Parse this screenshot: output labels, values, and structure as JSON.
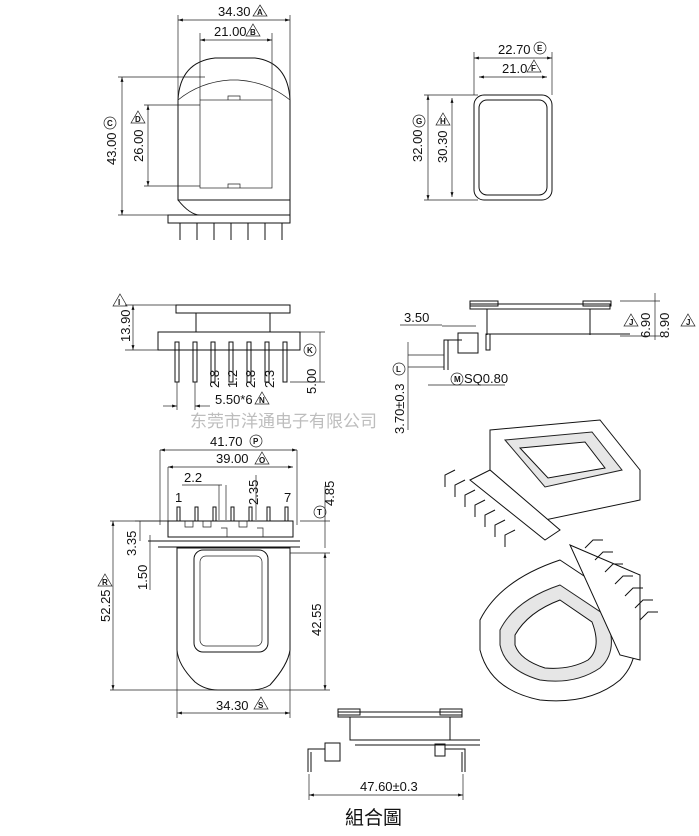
{
  "watermark": "东莞市洋通电子有限公司",
  "caption": "組合圖",
  "front_view": {
    "width_outer": "34.30",
    "width_outer_marker": "A",
    "width_inner": "21.00",
    "width_inner_marker": "B",
    "height_outer": "43.00",
    "height_outer_marker": "C",
    "height_inner": "26.00",
    "height_inner_marker": "D"
  },
  "section_view": {
    "width_outer": "22.70",
    "width_outer_marker": "E",
    "width_inner": "21.0",
    "width_inner_marker": "F",
    "height_outer": "32.00",
    "height_outer_marker": "G",
    "height_inner": "30.30",
    "height_inner_marker": "H"
  },
  "side_view": {
    "height": "13.90",
    "height_marker": "I",
    "pin_gaps": [
      "2.8",
      "1.2",
      "2.8",
      "2.3"
    ],
    "pin_length": "5.00",
    "pin_length_marker": "K",
    "pin_pitch": "5.50*6",
    "pin_pitch_marker": "N"
  },
  "end_view": {
    "offset": "3.50",
    "h1": "6.90",
    "h1_marker": "J",
    "h2": "8.90",
    "h2_marker": "J",
    "pin_size_marker": "M",
    "pin_size": "SQ0.80",
    "pin_height_marker": "L",
    "pin_height": "3.70±0.3"
  },
  "top_view": {
    "overall_width": "41.70",
    "overall_width_marker": "P",
    "pin_span": "39.00",
    "pin_span_marker": "O",
    "slot_offset": "2.2",
    "slot_width": "2.35",
    "pin_first": "1",
    "pin_last": "7",
    "pin_height": "4.85",
    "pin_height_marker": "T",
    "flange": "3.35",
    "gap": "1.50",
    "total_height": "52.25",
    "total_height_marker": "R",
    "frame_height": "42.55",
    "frame_width": "34.30",
    "frame_width_marker": "S"
  },
  "assembly_view": {
    "span": "47.60±0.3"
  }
}
